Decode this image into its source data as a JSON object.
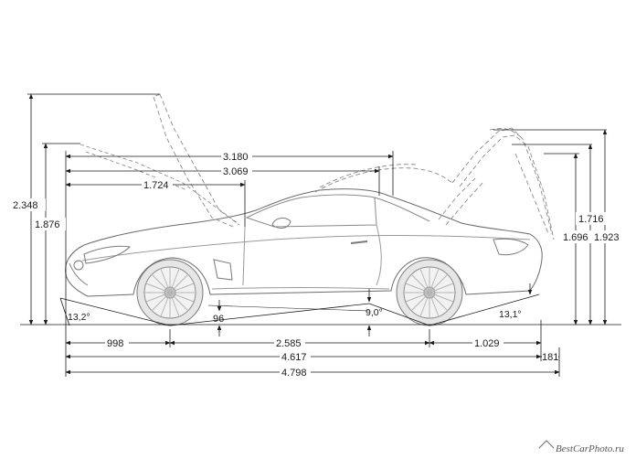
{
  "dimensions": {
    "overall_height_roof_open": "2.348",
    "height_hood_open_front": "1.876",
    "height_trunk_open_rear": "1.923",
    "height_trunk_lid_open": "1.716",
    "height_trunk_edge": "1.696",
    "roof_length_outer": "3.180",
    "roof_length_inner": "3.069",
    "hood_length": "1.724",
    "front_overhang": "998",
    "wheelbase": "2.585",
    "rear_overhang": "1.029",
    "length_without_mirror": "4.617",
    "overall_length": "4.798",
    "trunk_overhang_extra": "181",
    "ground_clearance": "96"
  },
  "angles": {
    "approach_angle": "13,2°",
    "ramp_angle": "9,0°",
    "departure_angle": "13,1°"
  },
  "watermark": "BestCarPhoto.ru"
}
